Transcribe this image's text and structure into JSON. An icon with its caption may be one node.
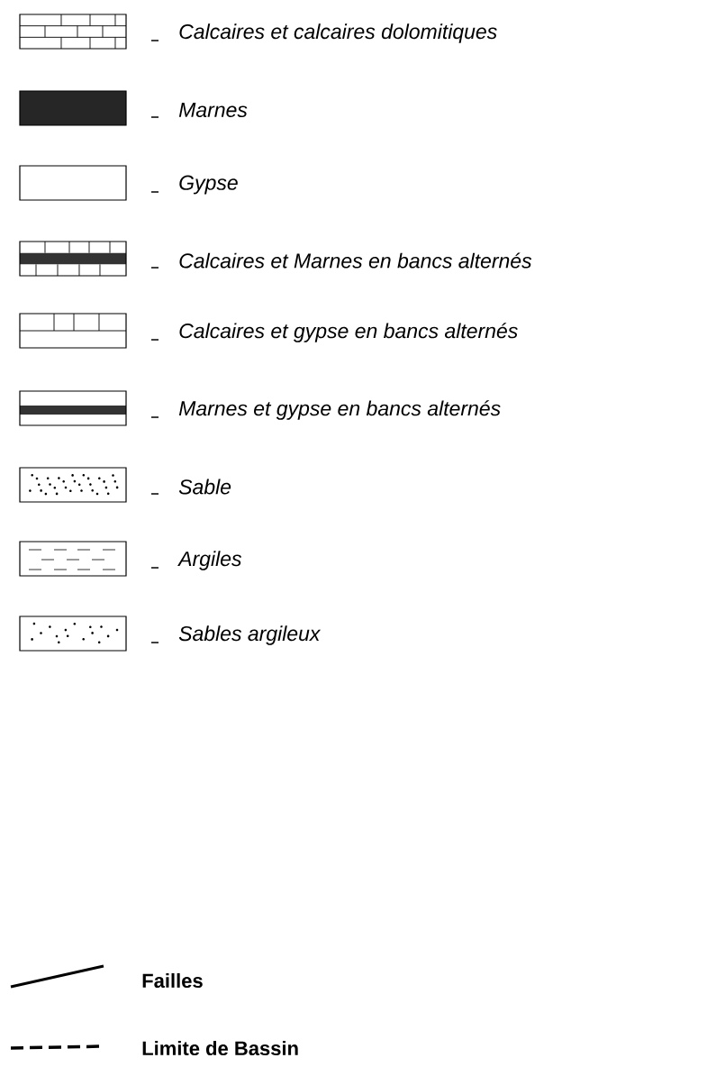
{
  "diagram": {
    "legend": [
      {
        "text": "Calcaires et calcaires dolomitiques"
      },
      {
        "text": "Marnes"
      },
      {
        "text": "Gypse"
      },
      {
        "text": "Calcaires et Marnes en bancs alternés"
      },
      {
        "text": "Calcaires et gypse en bancs alternés"
      },
      {
        "text": "Marnes et gypse en bancs alternés"
      },
      {
        "text": "Sable"
      },
      {
        "text": "Argiles"
      },
      {
        "text": "Sables argileux"
      },
      {
        "text": "Failles"
      },
      {
        "text": "Limite de Bassin"
      }
    ]
  }
}
